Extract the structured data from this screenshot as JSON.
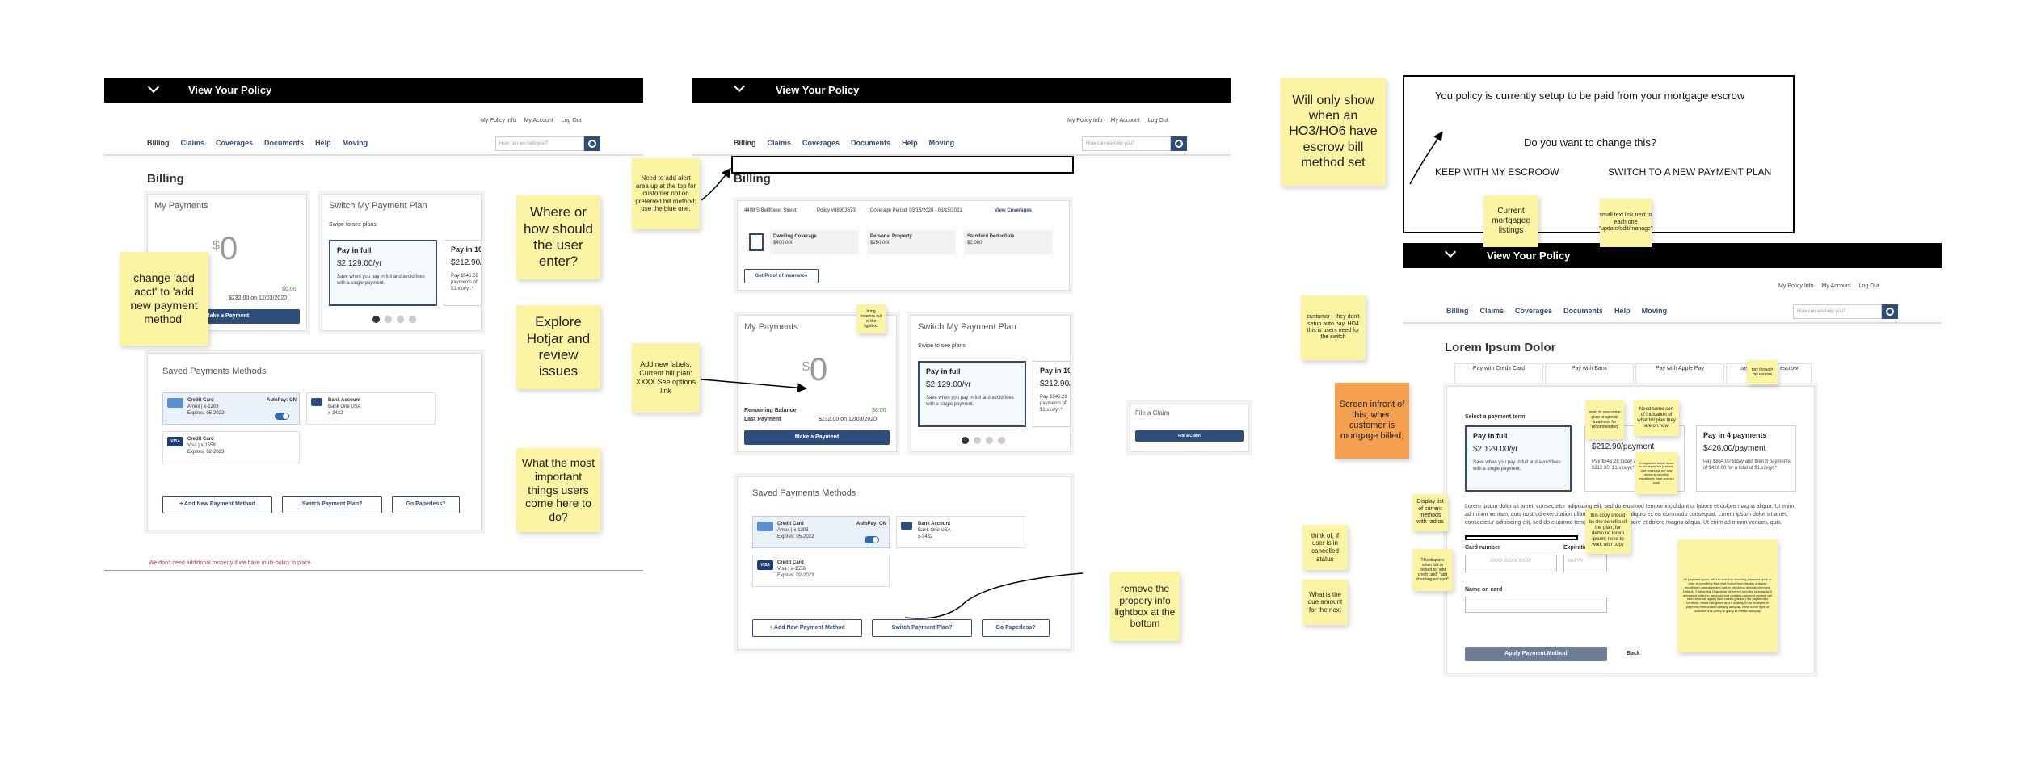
{
  "header": {
    "title": "View Your Policy"
  },
  "top_links": [
    "My Policy Info",
    "My Account",
    "Log Out"
  ],
  "nav": [
    "Billing",
    "Claims",
    "Coverages",
    "Documents",
    "Help",
    "Moving"
  ],
  "search": {
    "placeholder": "How can we help you?"
  },
  "billing": {
    "title": "Billing",
    "my_payments": "My Payments",
    "dollar": "$",
    "zero": "0",
    "remaining_balance": "Remaining Balance",
    "remaining_value": "$0.00",
    "last_payment": "Last Payment",
    "last_payment_value": "$232.00 on 12/03/2020",
    "make_payment": "Make a Payment",
    "switch_plan_title": "Switch My Payment Plan",
    "swipe": "Swipe to see plans",
    "plan_full": "Pay in full",
    "plan_full_price": "$2,129.00/yr",
    "plan_full_desc": "Save when you pay in full and avoid fees with a single payment.",
    "plan_10": "Pay in 10",
    "plan_10_price": "$212.90/",
    "plan_10_desc": "Pay $546.28 payments of $1,xxx/yr.*",
    "saved_methods": "Saved Payments Methods",
    "credit_card": "Credit Card",
    "amex": "Amex | x-1203",
    "amex_exp": "Expires: 05-2022",
    "autopay": "AutoPay: ON",
    "bank_account": "Bank Account",
    "bank_name": "Bank One USA",
    "bank_num": "x-3432",
    "visa": "Visa | x-1558",
    "visa_exp": "Expires: 02-2023",
    "visa_label": "VISA",
    "add_method": "+ Add New Payment Method",
    "switch_plan_btn": "Switch Payment Plan?",
    "paperless": "Go Paperless?",
    "multi_policy_note": "We don't need additional property if we have multi-policy in place"
  },
  "policy_summary": {
    "address": "4498 S Bellflower Street",
    "policy": "Policy #88903673",
    "period": "Coverage Period: 03/15/2020 - 03/15/2021",
    "view_coverages": "View Coverages",
    "dwelling": "Dwelling Coverage",
    "dwelling_val": "$400,000",
    "personal": "Personal Property",
    "personal_val": "$250,000",
    "deductible": "Standard Deductible",
    "deductible_val": "$2,000",
    "proof": "Get Proof of Insurance"
  },
  "file_claim": {
    "title": "File a Claim",
    "button": "File a Claim"
  },
  "escrow": {
    "line1": "You policy is currently setup to be paid from your mortgage escrow",
    "line2": "Do you want to change this?",
    "keep": "KEEP WITH MY ESCROOW",
    "switch": "SWITCH TO A NEW PAYMENT PLAN"
  },
  "form": {
    "title": "Lorem Ipsum Dolor",
    "tabs": [
      "Pay with Credit Card",
      "Pay with Bank",
      "Pay with Apple Pay",
      "pay through my escrow"
    ],
    "select_term": "Select a payment term",
    "plan_full": "Pay in full",
    "plan_full_price": "$2,129.00/yr",
    "plan_full_desc": "Save when you pay in full and avoid fees with a single payment.",
    "plan_mid_price": "$212.90/payment",
    "plan_mid_desc": "Pay $546.28 today and payments of $212.90, $1,xxx/yr.*",
    "plan_4": "Pay in 4 payments",
    "plan_4_price": "$426.00/payment",
    "plan_4_desc": "Pay $864.00 today and then 3 payments of $426.00 for a total of $1,xxx/yr.*",
    "lorem": "Lorem ipsum dolor sit amet, consectetur adipiscing elit, sed do eiusmod tempor incididunt ut labore et dolore magna aliqua. Ut enim ad minim veniam, quis nostrud exercitation ullamco laboris nisi ut aliquip ex ea commodo consequat. Lorem ipsum dolor sit amet, consectetur adipiscing elit, sed do eiusmod tempor incididunt ut labore et dolore magna aliqua. Ut enim ad minim veniam, quis.",
    "card_number": "Card number",
    "card_placeholder": "XXXX XXXX XXXX",
    "expiration": "Expiration",
    "exp_placeholder": "MM/YY",
    "name_on_card": "Name on card",
    "apply": "Apply Payment Method",
    "back": "Back"
  },
  "stickies": {
    "s1": "change 'add acct' to 'add new payment method'",
    "s2": "Where or how should the user enter?",
    "s3": "Explore Hotjar and review issues",
    "s4": "What the most important things users come here to do?",
    "s5": "Need to add alert area up at the top for customer not on preferred bill method; use the blue one.",
    "s6": "Add new labels: Current bill plan: XXXX See options link",
    "s7": "bring headers out of the lightbox",
    "s8": "remove the propery info lightbox at the bottom",
    "s9": "Will only show when an HO3/HO6 have escrow bill method set",
    "s10": "Current mortgagee listings",
    "s11": "small text link next to each one \"update/edit/manage\"",
    "s12": "customer - they don't setup auto pay, HO4 this is users need for the switch",
    "s13": "Screen infront of this; when customer is mortgage billed;",
    "s14": "Display list of current methods with radios",
    "s15": "think of, if user is in cancelled status",
    "s16": "What is the due amount for the next",
    "s17": "This displays when link is clicked to \"add credit card\" \"add checking account\"",
    "s18": "want to see some glow or special treatment for \"recommended\"",
    "s19": "Need some sort of indication of what bill plan they are on now",
    "s20": "this copy should be the benefits of the plan; for demo no lorem ipsum; need to work with copy",
    "s21": "Compliance break down in the terms left pushed; one coverage per row showing monthly installment; total amount total",
    "s22": "All payment types: offer to enroll in recurring payment upon or prior to (enrolling into) that bound from display autopay enrollment campaign and option checkbox already checked. Default: \"I allow this (Signature when not enrolled in autopay (I already enrolled in autopay) and updates payment method will need to enroll again) then needs (please) the payment to continue; these last green and a entirely to no changes to payment method and already autopay; need some type of indicator this policy is going to remain autopay"
  }
}
